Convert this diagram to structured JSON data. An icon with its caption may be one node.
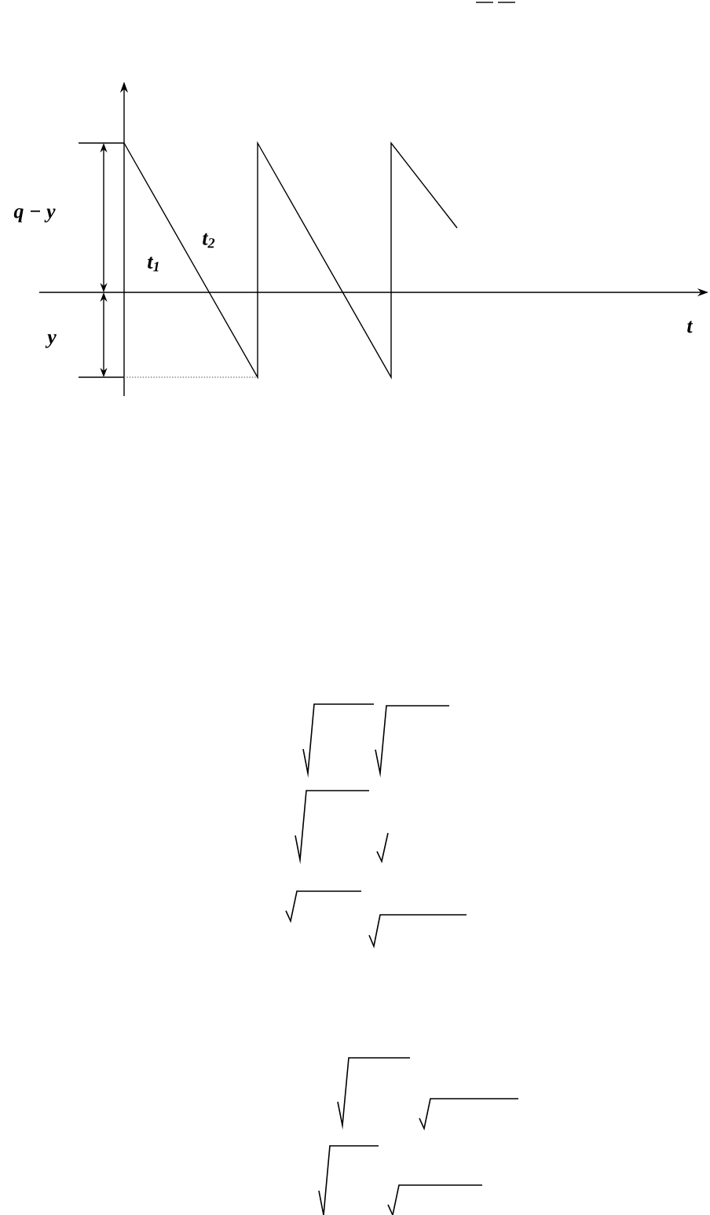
{
  "diagram": {
    "labels": [
      "q − y",
      "t$_{2}$",
      "t$_{1}$",
      "y",
      "t"
    ]
  }
}
